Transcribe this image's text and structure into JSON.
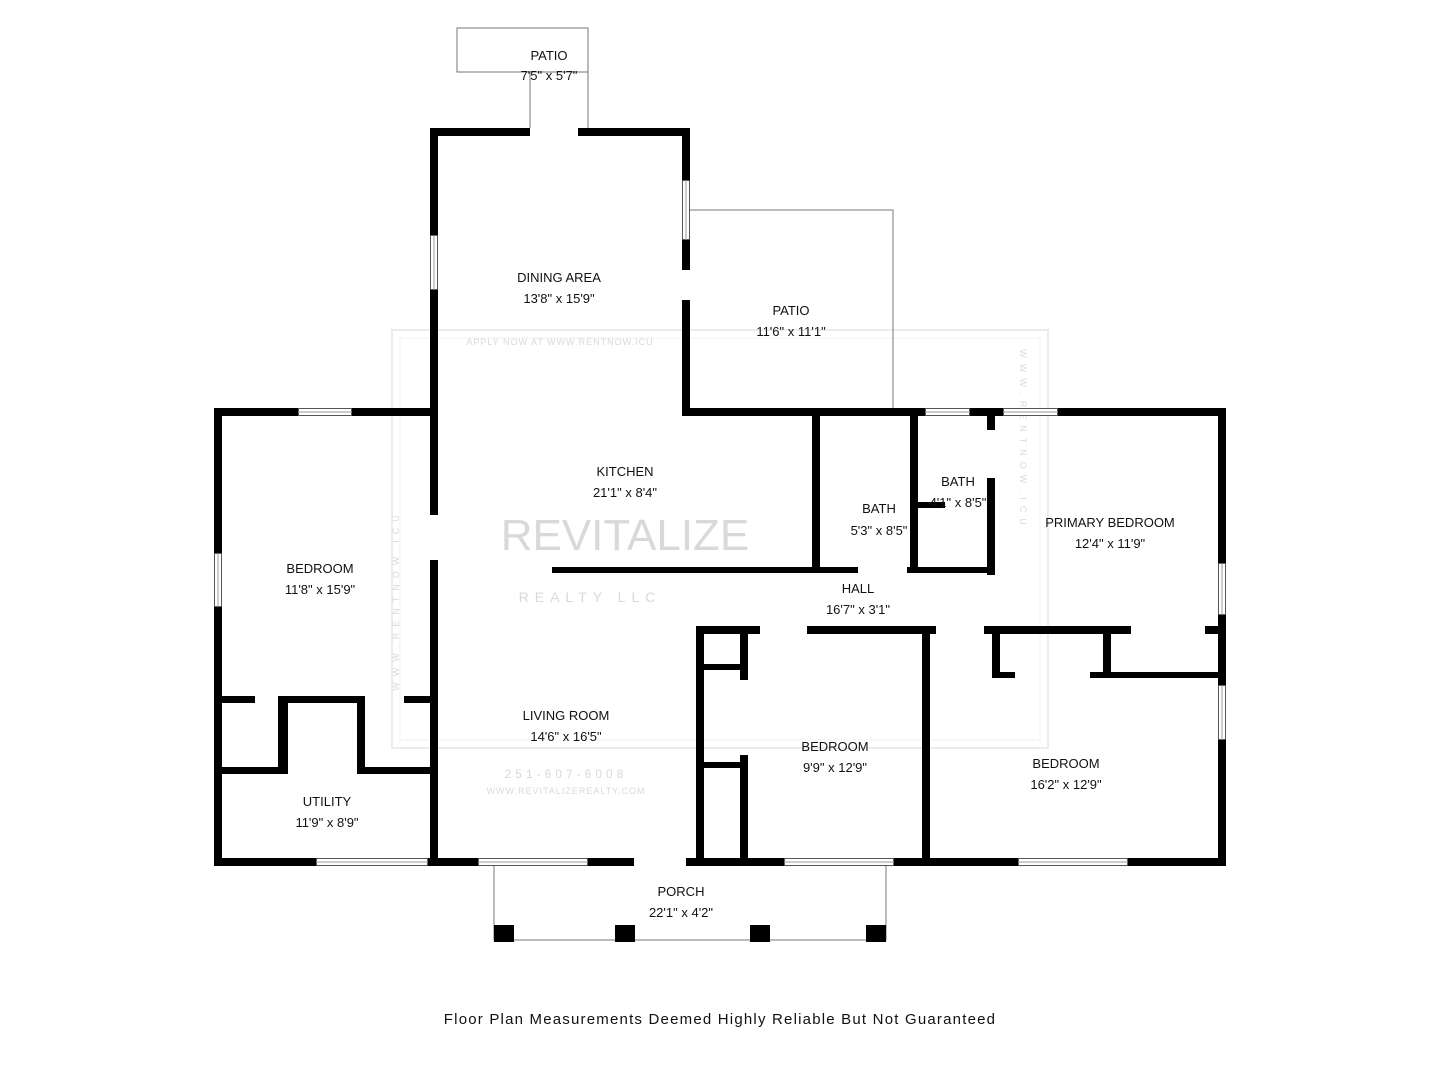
{
  "rooms": {
    "patio_top": {
      "name": "PATIO",
      "size": "7'5\" x 5'7\""
    },
    "dining": {
      "name": "DINING AREA",
      "size": "13'8\" x 15'9\""
    },
    "patio_right": {
      "name": "PATIO",
      "size": "11'6\" x 11'1\""
    },
    "kitchen": {
      "name": "KITCHEN",
      "size": "21'1\" x 8'4\""
    },
    "bath1": {
      "name": "BATH",
      "size": "5'3\" x 8'5\""
    },
    "bath2": {
      "name": "BATH",
      "size": "4'1\" x 8'5\""
    },
    "primary": {
      "name": "PRIMARY BEDROOM",
      "size": "12'4\" x 11'9\""
    },
    "bedroom_left": {
      "name": "BEDROOM",
      "size": "11'8\" x 15'9\""
    },
    "hall": {
      "name": "HALL",
      "size": "16'7\" x 3'1\""
    },
    "living": {
      "name": "LIVING ROOM",
      "size": "14'6\" x 16'5\""
    },
    "bedroom_mid": {
      "name": "BEDROOM",
      "size": "9'9\" x 12'9\""
    },
    "bedroom_right": {
      "name": "BEDROOM",
      "size": "16'2\" x 12'9\""
    },
    "utility": {
      "name": "UTILITY",
      "size": "11'9\" x 8'9\""
    },
    "porch": {
      "name": "PORCH",
      "size": "22'1\" x 4'2\""
    }
  },
  "watermarks": {
    "top": "APPLY NOW AT WWW.RENTNOW.ICU",
    "side": "WWW.RENTNOW.ICU",
    "brand": "REVITALIZE",
    "brand_sub": "REALTY LLC",
    "phone": "251-607-6008",
    "website": "WWW.REVITALIZEREALTY.COM"
  },
  "footer": "Floor Plan Measurements Deemed Highly Reliable But Not Guaranteed"
}
